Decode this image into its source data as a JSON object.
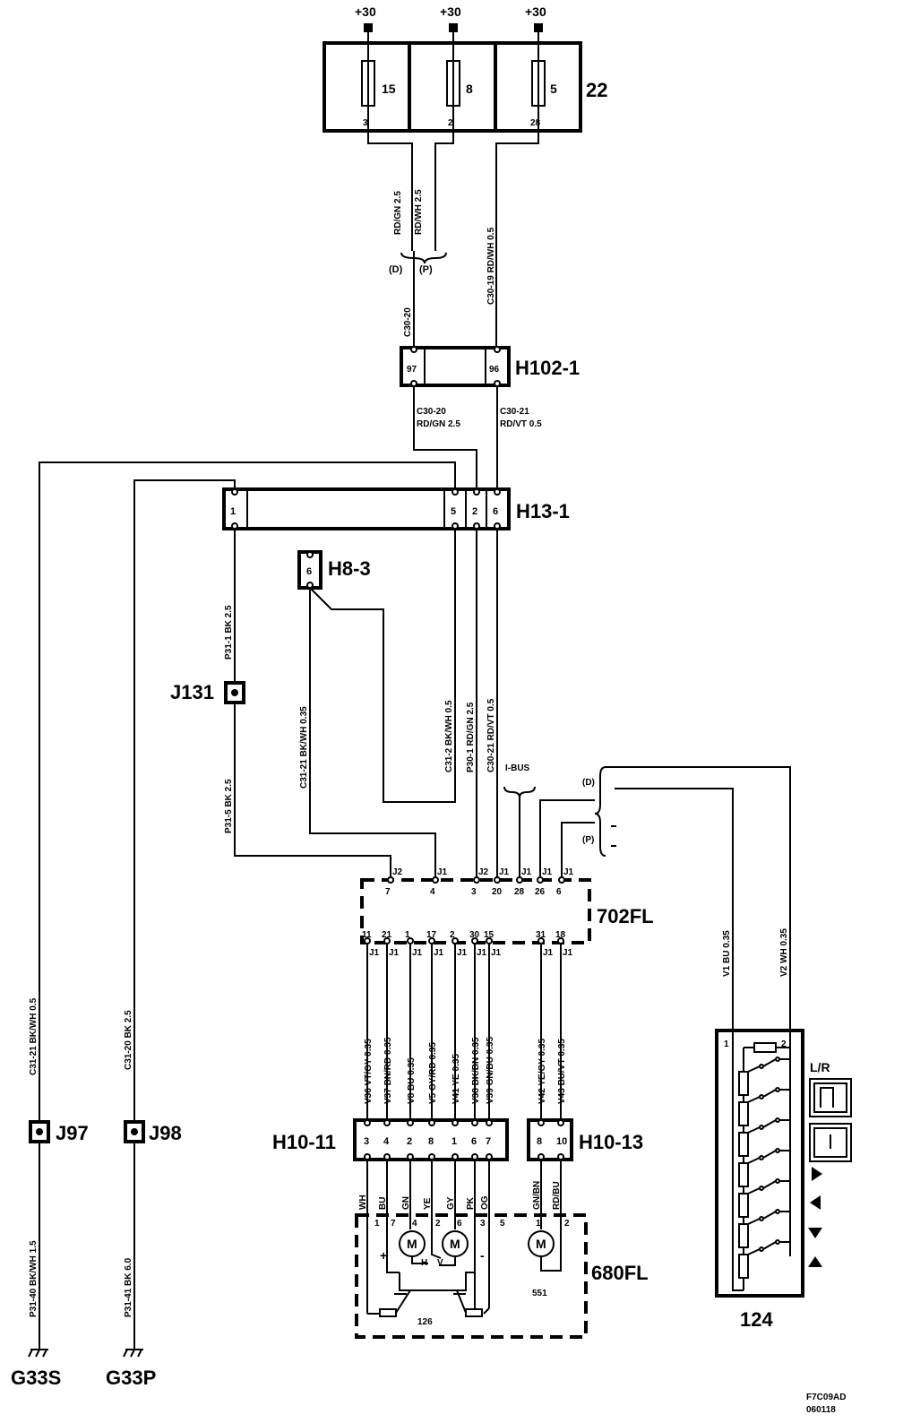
{
  "fuse_box": {
    "label": "22",
    "supply": "+30",
    "fuses": [
      {
        "number": "15",
        "pin": "3"
      },
      {
        "number": "8",
        "pin": "2"
      },
      {
        "number": "5",
        "pin": "28"
      }
    ]
  },
  "top_wires": {
    "w1": "RD/GN 2.5",
    "w2": "RD/WH 2.5",
    "w3": "C30-19 RD/WH 0.5",
    "variant_d": "(D)",
    "variant_p": "(P)",
    "c3020": "C30-20"
  },
  "h102": {
    "label": "H102-1",
    "pin_left": "97",
    "pin_right": "96",
    "wire_left": [
      "C30-20",
      "RD/GN 2.5"
    ],
    "wire_right": [
      "C30-21",
      "RD/VT 0.5"
    ]
  },
  "h13": {
    "label": "H13-1",
    "pins": [
      "1",
      "5",
      "2",
      "6"
    ]
  },
  "h8": {
    "label": "H8-3",
    "pin": "6"
  },
  "j131": {
    "label": "J131"
  },
  "mid_wires": {
    "p31_1": "P31-1 BK 2.5",
    "p31_5": "P31-5 BK 2.5",
    "c31_21a": "C31-21 BK/WH 0.35",
    "c31_2": "C31-2 BK/WH 0.5",
    "p30_1": "P30-1 RD/GN 2.5",
    "c30_21": "C30-21 RD/VT 0.5",
    "ibus": "I-BUS",
    "d_label": "(D)",
    "p_label": "(P)"
  },
  "ecu": {
    "label": "702FL",
    "top_pins": [
      {
        "num": "7",
        "conn": "J2"
      },
      {
        "num": "4",
        "conn": "J1"
      },
      {
        "num": "3",
        "conn": "J2"
      },
      {
        "num": "20",
        "conn": "J1"
      },
      {
        "num": "28",
        "conn": "J1"
      },
      {
        "num": "26",
        "conn": "J1"
      },
      {
        "num": "6",
        "conn": "J1"
      }
    ],
    "bottom_pins": [
      {
        "num": "11",
        "conn": "J1"
      },
      {
        "num": "21",
        "conn": "J1"
      },
      {
        "num": "1",
        "conn": "J1"
      },
      {
        "num": "17",
        "conn": "J1"
      },
      {
        "num": "2",
        "conn": "J1"
      },
      {
        "num": "30",
        "conn": "J1"
      },
      {
        "num": "15",
        "conn": "J1"
      },
      {
        "num": "31",
        "conn": "J1"
      },
      {
        "num": "18",
        "conn": "J1"
      }
    ]
  },
  "ecu_wires": [
    "V36 VT/GY 0.35",
    "V37 BN/RD 0.35",
    "V8 BU 0.35",
    "V5 GY/RD 0.35",
    "V41 YE 0.35",
    "V38 BK/BN 0.35",
    "V39 GN/BU 0.35",
    "V42 YE/GY 0.35",
    "V43 BU/VT 0.35"
  ],
  "switch_wires": {
    "v1": "V1 BU 0.35",
    "v2": "V2 WH 0.35"
  },
  "ground_left": {
    "top_wire": "C31-21 BK/WH 0.5",
    "splice": "J97",
    "bottom_wire": "P31-40 BK/WH 1.5",
    "ground": "G33S"
  },
  "ground_right": {
    "top_wire": "C31-20 BK 2.5",
    "splice": "J98",
    "bottom_wire": "P31-41 BK 6.0",
    "ground": "G33P"
  },
  "h1011": {
    "label": "H10-11",
    "pins": [
      "3",
      "4",
      "2",
      "8",
      "1",
      "6",
      "7"
    ],
    "colors": [
      "WH",
      "BU",
      "GN",
      "YE",
      "GY",
      "PK",
      "OG"
    ]
  },
  "h1013": {
    "label": "H10-13",
    "pins": [
      "8",
      "10"
    ],
    "colors": [
      "GN/BN",
      "RD/BU"
    ]
  },
  "mirror": {
    "label": "680FL",
    "motor": "M",
    "motor_pins": [
      "1",
      "7",
      "4",
      "2",
      "6",
      "3",
      "5"
    ],
    "heater_pins": [
      "1",
      "2"
    ],
    "plus": "+",
    "minus": "-",
    "h": "H",
    "v": "V",
    "unit_126": "126",
    "unit_551": "551"
  },
  "switch": {
    "label": "124",
    "pin1": "1",
    "pin2": "2",
    "lr": "L/R"
  },
  "footer": [
    "F7C09AD",
    "060118"
  ]
}
